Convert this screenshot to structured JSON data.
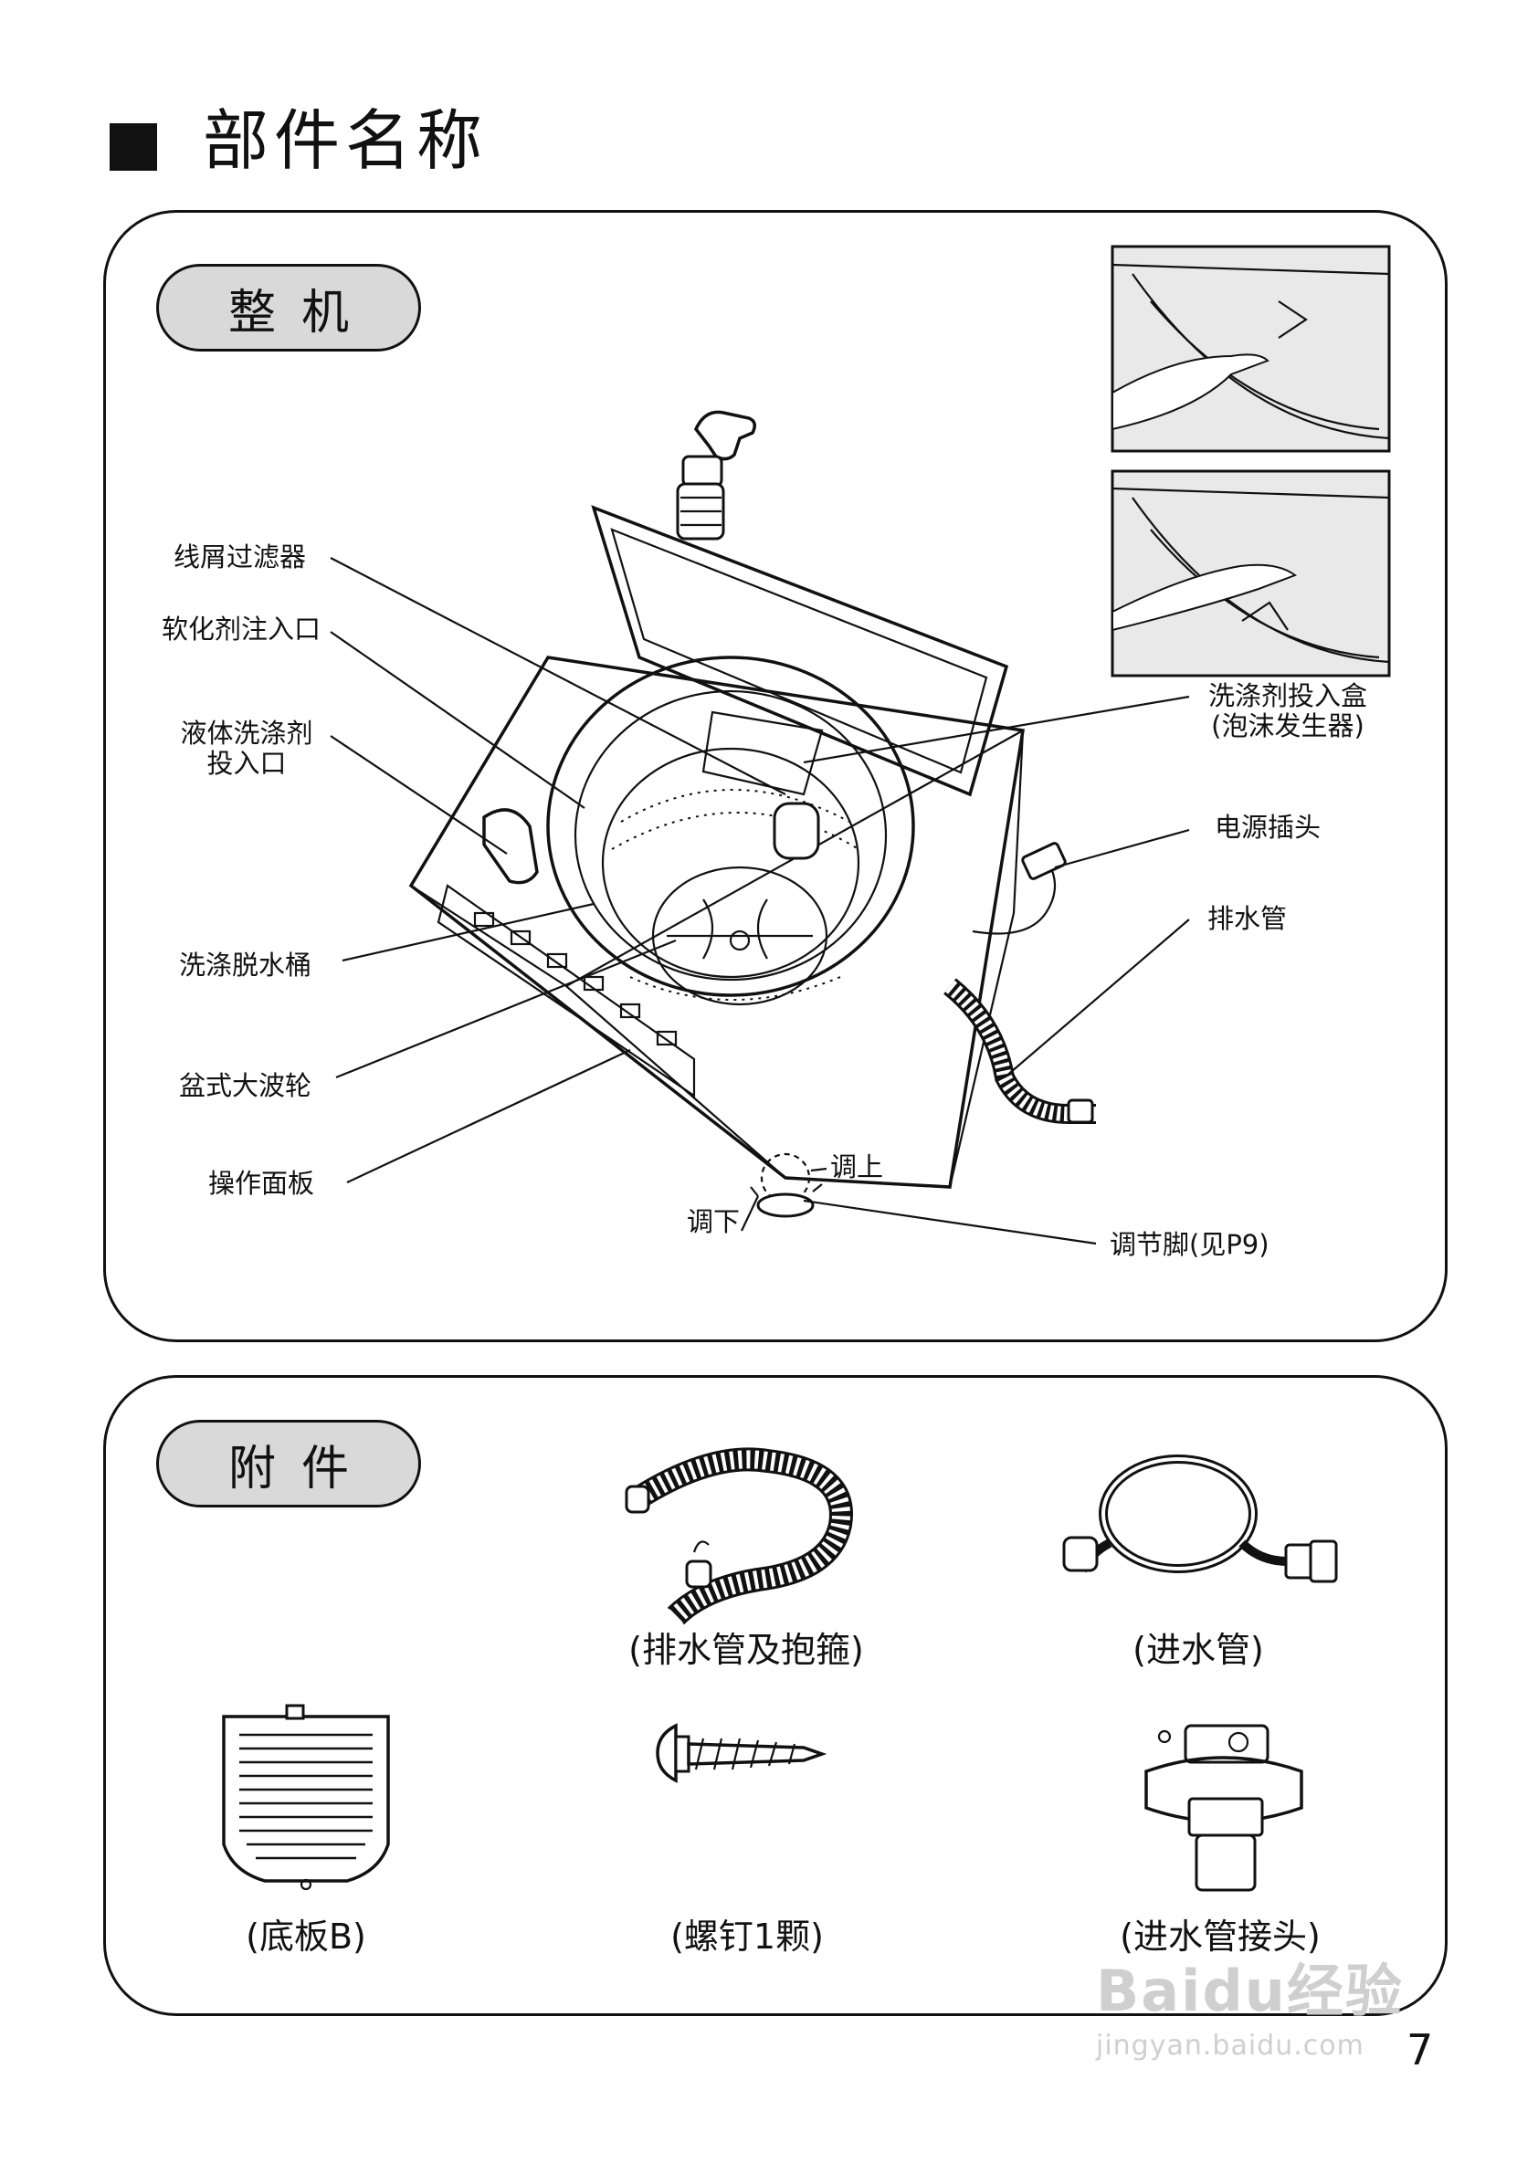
{
  "section_title": "部件名称",
  "main_unit": {
    "tag": "整机",
    "labels": {
      "lint_filter": "线屑过滤器",
      "softener_inlet": "软化剂注入口",
      "liquid_detergent_line1": "液体洗涤剂",
      "liquid_detergent_line2": "投入口",
      "wash_tub": "洗涤脱水桶",
      "pulsator": "盆式大波轮",
      "control_panel": "操作面板",
      "detergent_box_line1": "洗涤剂投入盒",
      "detergent_box_line2": "(泡沫发生器)",
      "power_plug": "电源插头",
      "drain_hose": "排水管",
      "adjust_up": "调上",
      "adjust_down": "调下",
      "adjust_foot": "调节脚(见P9)"
    }
  },
  "accessories": {
    "tag": "附件",
    "items": [
      {
        "caption": "(排水管及抱箍)",
        "icon": "drain-hose-icon"
      },
      {
        "caption": "(进水管)",
        "icon": "inlet-hose-icon"
      },
      {
        "caption": "(底板B)",
        "icon": "base-plate-icon"
      },
      {
        "caption": "(螺钉1颗)",
        "icon": "screw-icon"
      },
      {
        "caption": "(进水管接头)",
        "icon": "inlet-connector-icon"
      }
    ]
  },
  "page_number": "7",
  "watermark": "Baidu 经验 jingyan.baidu.com"
}
